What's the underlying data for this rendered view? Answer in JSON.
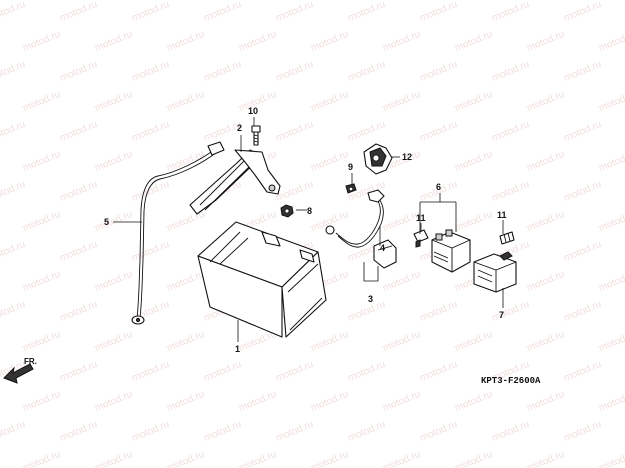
{
  "watermark_text": "motod.ru",
  "callouts": {
    "c1": "1",
    "c2": "2",
    "c3": "3",
    "c4": "4",
    "c5": "5",
    "c6": "6",
    "c7": "7",
    "c8": "8",
    "c9": "9",
    "c10": "10",
    "c11a": "11",
    "c11b": "11",
    "c12": "12"
  },
  "direction_label": "FR.",
  "diagram_code": "KPT3-F2600A"
}
